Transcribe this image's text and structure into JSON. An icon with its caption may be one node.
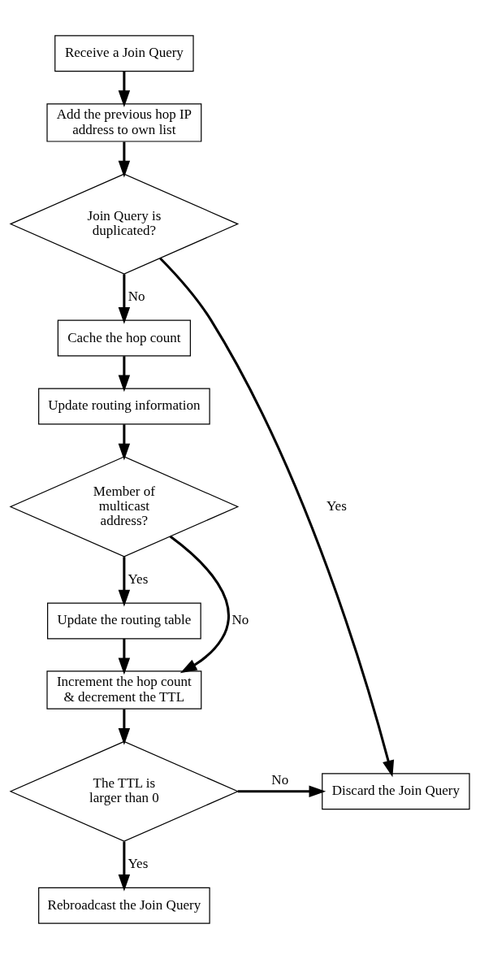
{
  "diagram": {
    "nodes": [
      {
        "text": [
          "Receive a Join Query"
        ]
      },
      {
        "text": [
          "Add the previous hop IP address to own list"
        ]
      },
      {
        "text": [
          "Join Query is duplicated?"
        ]
      },
      {
        "text": [
          "Cache the hop count"
        ]
      },
      {
        "text": [
          "Update routing information"
        ]
      },
      {
        "text": [
          "Member of multicast address?"
        ]
      },
      {
        "text": [
          "Update the routing table"
        ]
      },
      {
        "text": [
          "Increment the hop count & decrement the TTL"
        ]
      },
      {
        "text": [
          "The TTL is larger than 0"
        ]
      },
      {
        "text": [
          "Discard the Join Query"
        ]
      },
      {
        "text": [
          "Rebroadcast the Join Query"
        ]
      }
    ],
    "edges": [
      {
        "from": 0,
        "to": 1,
        "arrow": "to"
      },
      {
        "from": 1,
        "to": 2,
        "arrow": "to"
      },
      {
        "from": 2,
        "to": 9,
        "arrow": "to",
        "label": "Yes"
      },
      {
        "from": 2,
        "to": 3,
        "arrow": "to",
        "label": "No"
      },
      {
        "from": 3,
        "to": 4,
        "arrow": "to"
      },
      {
        "from": 4,
        "to": 5,
        "arrow": "to"
      },
      {
        "from": 5,
        "to": 7,
        "arrow": "to",
        "label": "No"
      },
      {
        "from": 5,
        "to": 6,
        "arrow": "to",
        "label": "Yes"
      },
      {
        "from": 6,
        "to": 7,
        "arrow": "to"
      },
      {
        "from": 7,
        "to": 8,
        "arrow": "to"
      },
      {
        "from": 8,
        "to": 9,
        "arrow": "to",
        "label": "No"
      },
      {
        "from": 8,
        "to": 10,
        "arrow": "to",
        "label": "Yes"
      }
    ]
  }
}
